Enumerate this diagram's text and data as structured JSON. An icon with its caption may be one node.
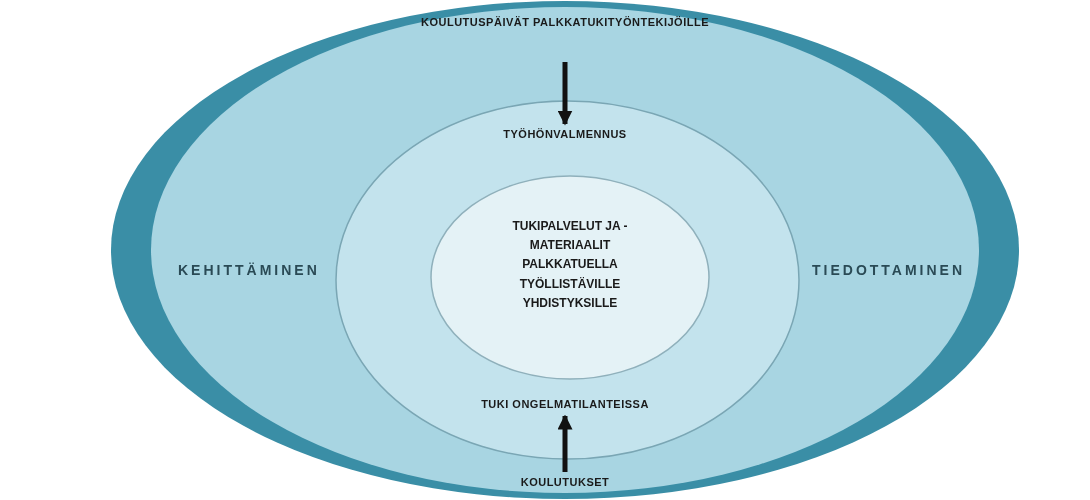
{
  "diagram": {
    "nodes": [
      {
        "text": [],
        "shape": "circle"
      },
      {
        "text": [
          "KEHITTÄMINEN",
          "TIEDOTTAMINEN"
        ],
        "in": 0
      },
      {
        "text": [
          "KOULUTUSPÄIVÄT PALKKATUKITYÖNTEKIJÖILLE"
        ],
        "in": 1
      },
      {
        "text": [],
        "shape": "circle",
        "in": 1
      },
      {
        "text": [
          "TYÖHÖNVALMENNUS"
        ],
        "in": 3
      },
      {
        "text": [
          "TUKIPALVELUT JA -MATERIAALIT PALKKATUELLA TYÖLLISTÄVILLE YHDISTYKSILLE"
        ],
        "in": 3
      },
      {
        "text": [
          "TUKI ONGELMATILANTEISSA"
        ],
        "in": 3
      },
      {
        "text": [
          "KOULUTUKSET"
        ],
        "in": 1
      }
    ],
    "edges": [
      {
        "from": 2,
        "to": 4,
        "arrow": "to"
      },
      {
        "from": 7,
        "to": 6,
        "arrow": "to"
      }
    ]
  }
}
